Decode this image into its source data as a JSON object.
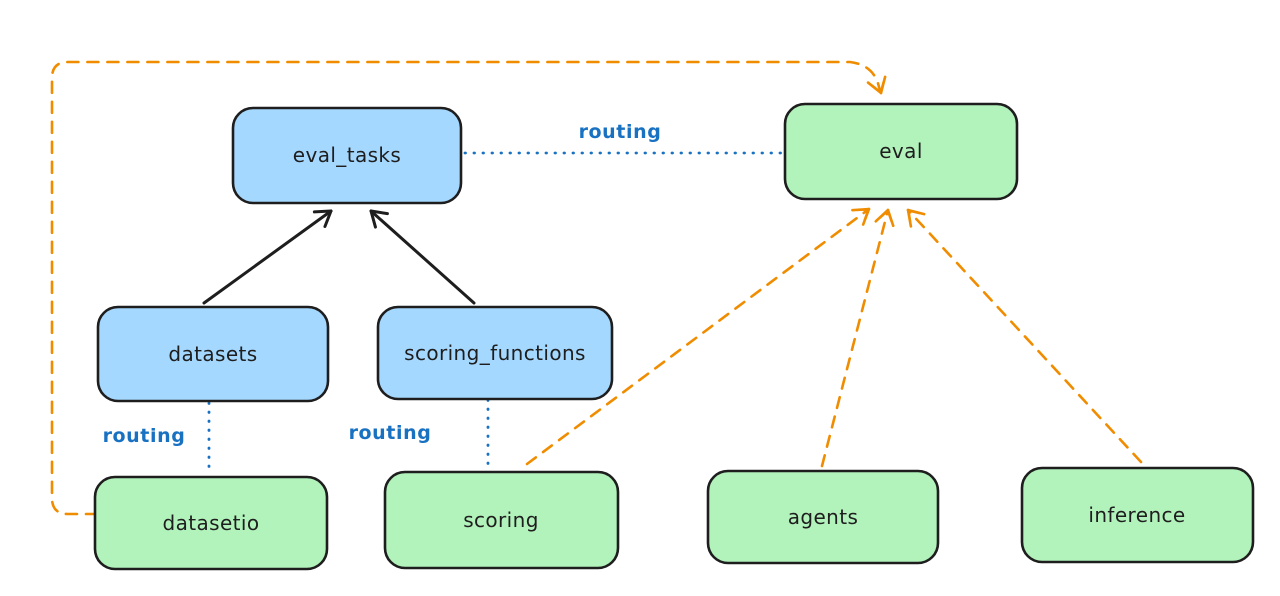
{
  "diagram": {
    "background": "#ffffff",
    "colors": {
      "blue_node_fill": "#a5d8ff",
      "green_node_fill": "#b2f2bb",
      "node_stroke": "#1e1e1e",
      "solid_arrow": "#1e1e1e",
      "dashed_arrow": "#f08c00",
      "routing_line_and_text": "#1971c2"
    },
    "nodes": [
      {
        "id": "eval_tasks",
        "label": "eval_tasks",
        "color": "blue"
      },
      {
        "id": "eval",
        "label": "eval",
        "color": "green"
      },
      {
        "id": "datasets",
        "label": "datasets",
        "color": "blue"
      },
      {
        "id": "scoring_functions",
        "label": "scoring_functions",
        "color": "blue"
      },
      {
        "id": "datasetio",
        "label": "datasetio",
        "color": "green"
      },
      {
        "id": "scoring",
        "label": "scoring",
        "color": "green"
      },
      {
        "id": "agents",
        "label": "agents",
        "color": "green"
      },
      {
        "id": "inference",
        "label": "inference",
        "color": "green"
      }
    ],
    "edges": [
      {
        "from": "datasets",
        "to": "eval_tasks",
        "style": "solid-black-arrow",
        "label": ""
      },
      {
        "from": "scoring_functions",
        "to": "eval_tasks",
        "style": "solid-black-arrow",
        "label": ""
      },
      {
        "from": "eval_tasks",
        "to": "eval",
        "style": "dotted-blue",
        "label": "routing"
      },
      {
        "from": "datasets",
        "to": "datasetio",
        "style": "dotted-blue",
        "label": "routing"
      },
      {
        "from": "scoring_functions",
        "to": "scoring",
        "style": "dotted-blue",
        "label": "routing"
      },
      {
        "from": "datasetio",
        "to": "eval",
        "style": "dashed-orange-arrow",
        "label": ""
      },
      {
        "from": "scoring",
        "to": "eval",
        "style": "dashed-orange-arrow",
        "label": ""
      },
      {
        "from": "agents",
        "to": "eval",
        "style": "dashed-orange-arrow",
        "label": ""
      },
      {
        "from": "inference",
        "to": "eval",
        "style": "dashed-orange-arrow",
        "label": ""
      }
    ]
  }
}
